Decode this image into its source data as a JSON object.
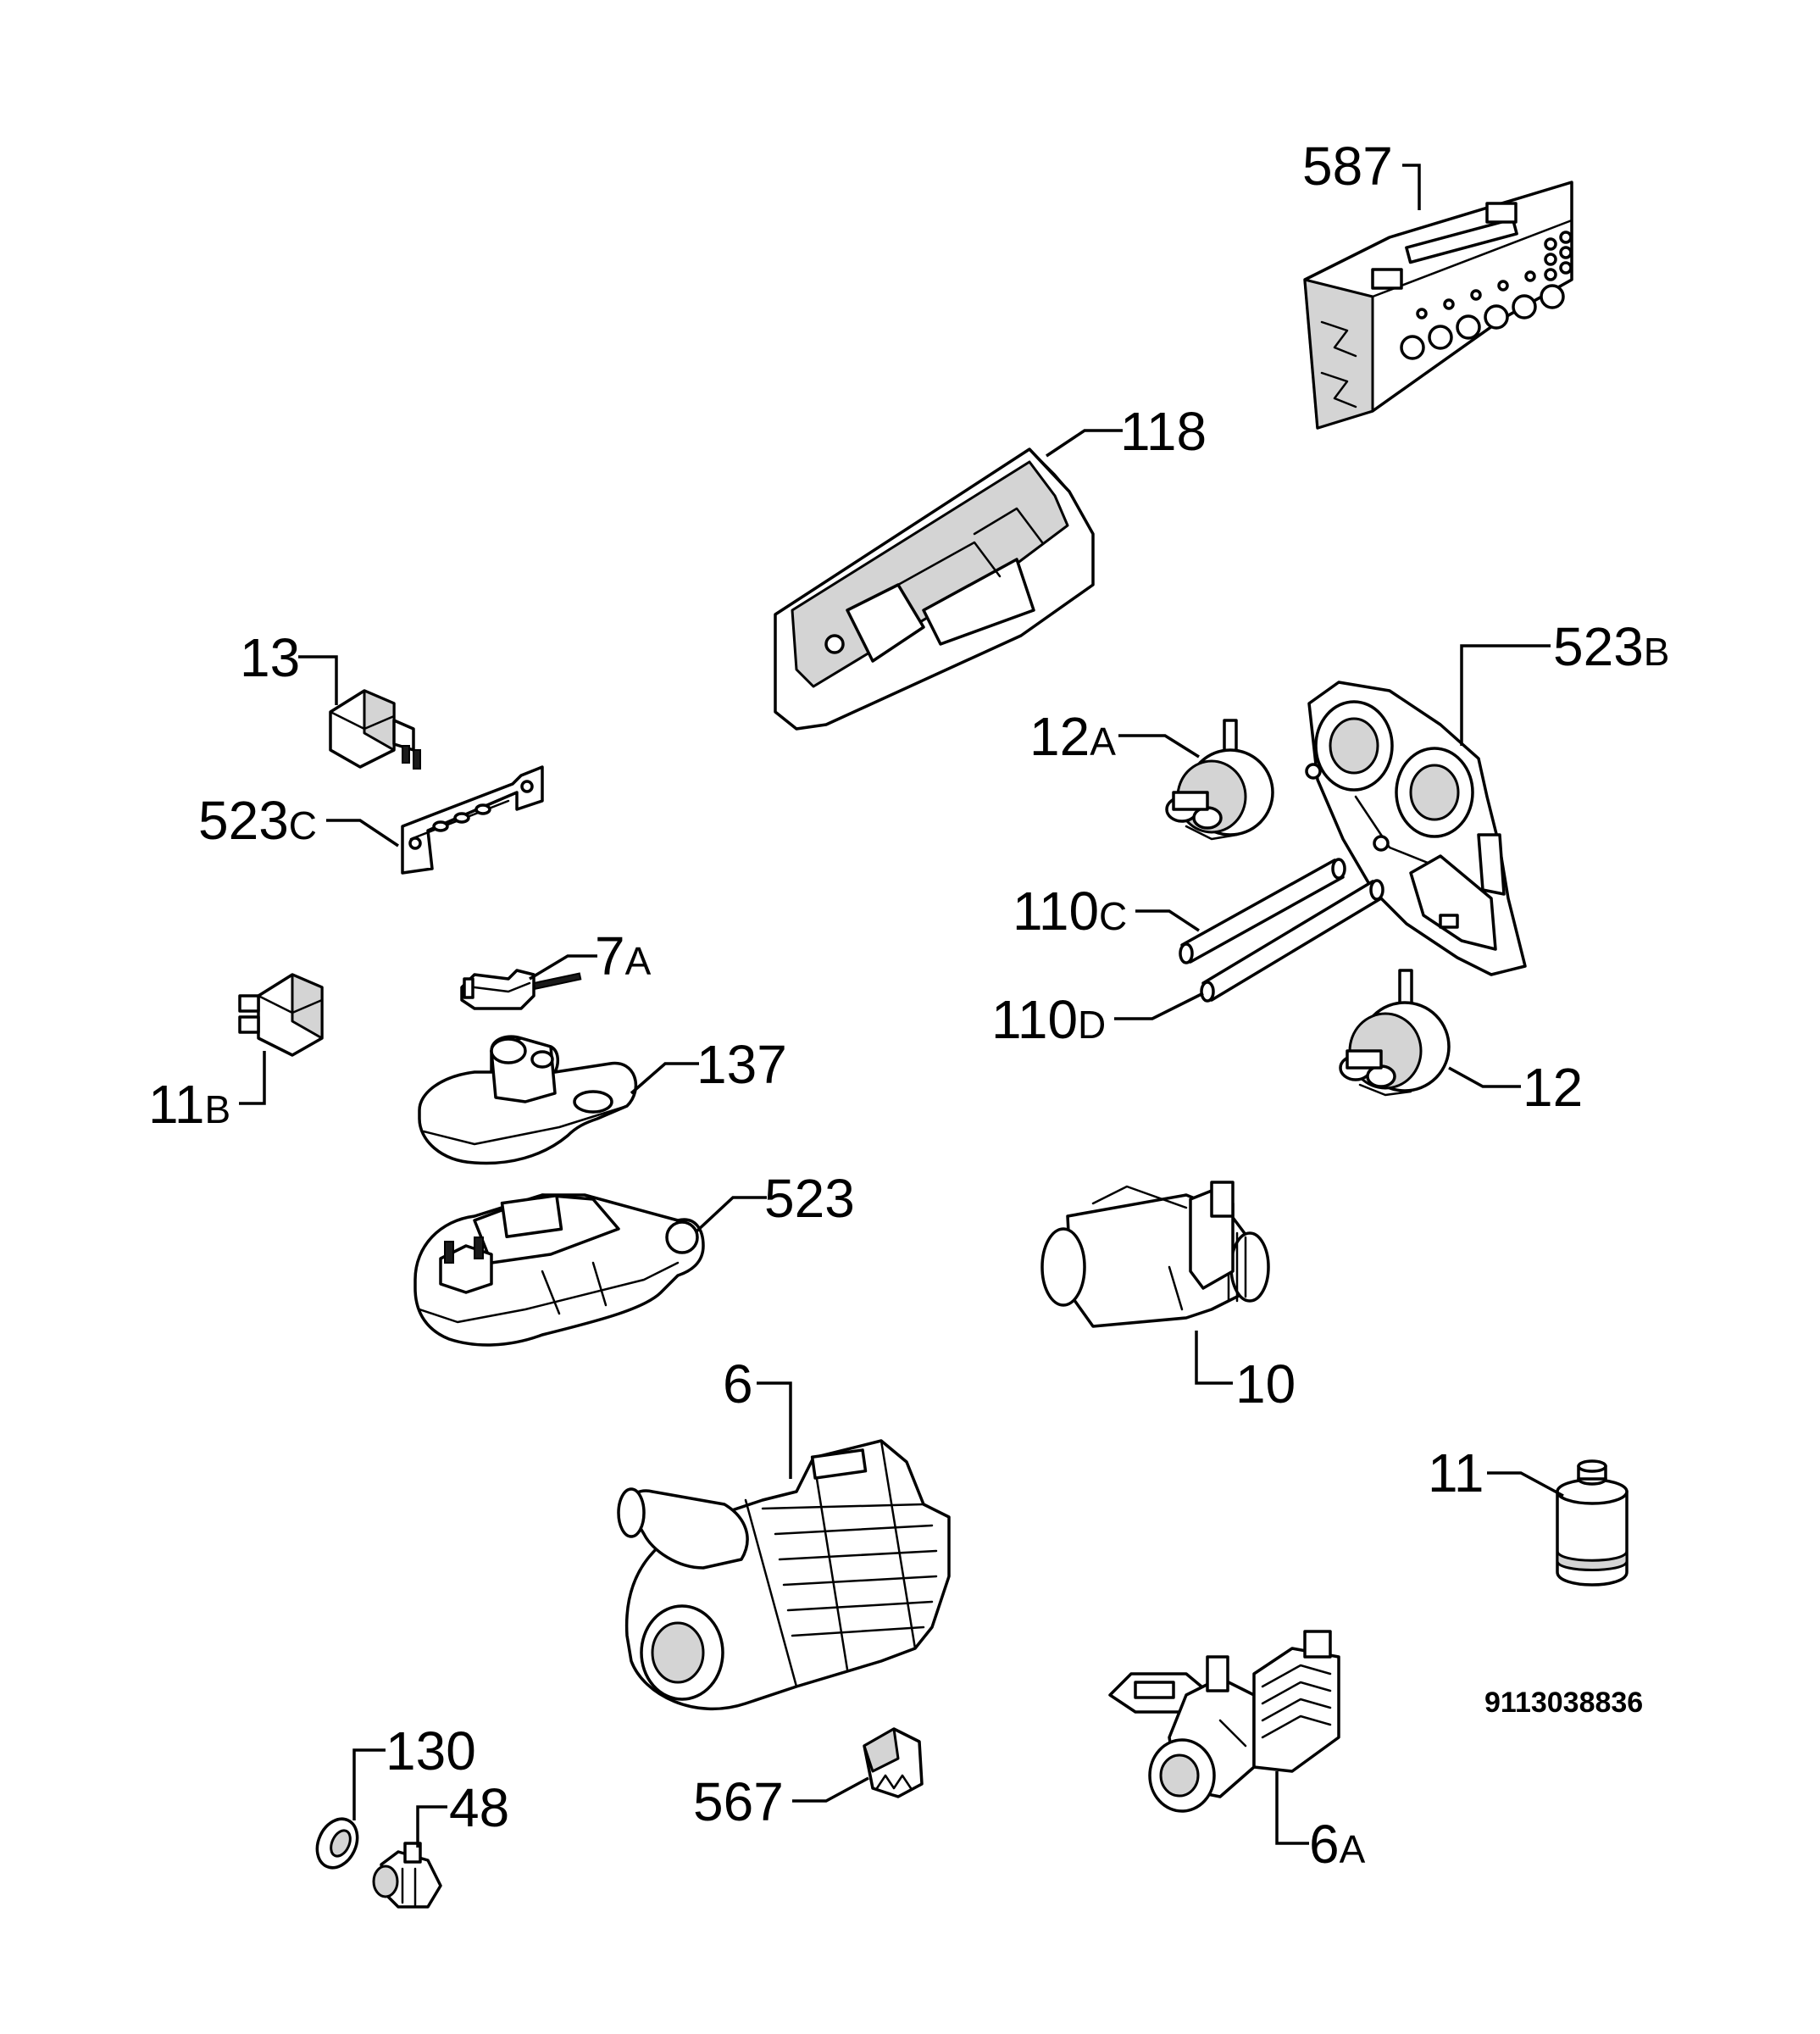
{
  "labels": {
    "p587": "587",
    "p118": "118",
    "p13": "13",
    "p523b_num": "523",
    "p523b_suf": "B",
    "p12a_num": "12",
    "p12a_suf": "A",
    "p523c_num": "523",
    "p523c_suf": "C",
    "p110c_num": "110",
    "p110c_suf": "C",
    "p7a_num": "7",
    "p7a_suf": "A",
    "p110d_num": "110",
    "p110d_suf": "D",
    "p137": "137",
    "p11b_num": "11",
    "p11b_suf": "B",
    "p12": "12",
    "p523": "523",
    "p10": "10",
    "p6": "6",
    "p11": "11",
    "p130": "130",
    "p48": "48",
    "p567": "567",
    "p6a_num": "6",
    "p6a_suf": "A"
  },
  "drawing_code": "9113038836"
}
